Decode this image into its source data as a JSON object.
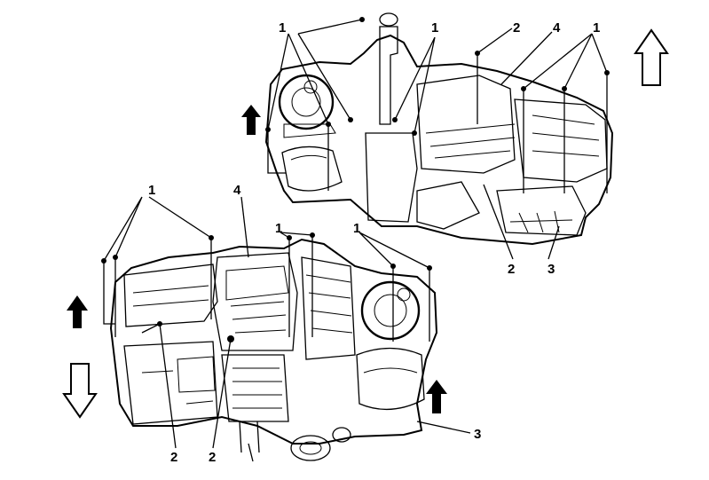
{
  "callouts": {
    "top": {
      "c1a": "1",
      "c1b": "1",
      "c2": "2",
      "c4": "4",
      "c1c": "1",
      "c2b": "2",
      "c3": "3"
    },
    "bottom": {
      "c1a": "1",
      "c4": "4",
      "c1b": "1",
      "c1c": "1",
      "c2a": "2",
      "c2b": "2",
      "c3": "3"
    }
  },
  "colors": {
    "line": "#000000",
    "background": "#ffffff"
  }
}
